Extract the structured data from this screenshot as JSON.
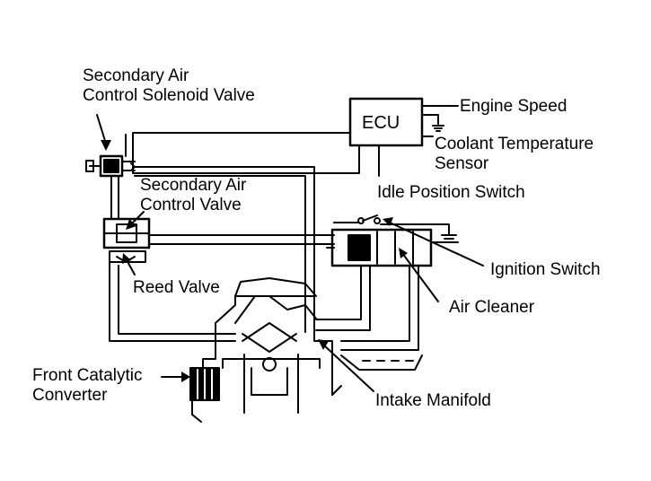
{
  "labels": {
    "secondary_air_control_solenoid_valve": [
      "Secondary Air",
      "Control Solenoid Valve"
    ],
    "ecu": "ECU",
    "engine_speed": "Engine Speed",
    "coolant_temperature_sensor": [
      "Coolant Temperature",
      "Sensor"
    ],
    "secondary_air_control_valve": [
      "Secondary Air",
      "Control Valve"
    ],
    "idle_position_switch": "Idle Position Switch",
    "ignition_switch": "Ignition Switch",
    "reed_valve": "Reed Valve",
    "air_cleaner": "Air Cleaner",
    "front_catalytic_converter": [
      "Front Catalytic",
      "Converter"
    ],
    "intake_manifold": "Intake Manifold"
  },
  "colors": {
    "ink": "#000000",
    "background": "#ffffff"
  }
}
